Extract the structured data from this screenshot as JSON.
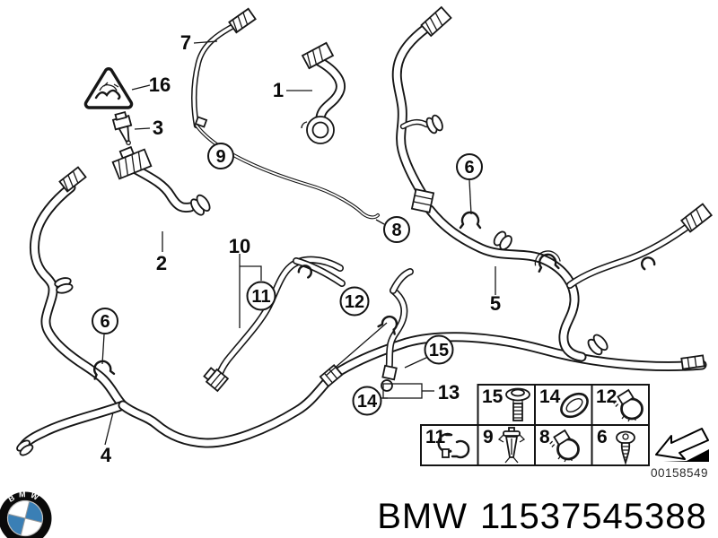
{
  "diagram": {
    "title_hint": "cooling system water hoses exploded parts diagram",
    "plain_callouts": [
      "7",
      "16",
      "3",
      "1",
      "2",
      "10",
      "5",
      "4",
      "13"
    ],
    "circled_callouts": [
      "9",
      "8",
      "6",
      "6",
      "11",
      "12",
      "15",
      "14"
    ],
    "warning_triangle_icon": "warning-triangle-icon",
    "sensor_icon": "temperature-sensor-icon"
  },
  "legend": {
    "rows": [
      [
        {
          "label": "15",
          "icon": "screw-with-washer-icon"
        },
        {
          "label": "14",
          "icon": "o-ring-icon"
        },
        {
          "label": "12",
          "icon": "hose-clamp-icon"
        }
      ],
      [
        {
          "label": "11",
          "icon": "retaining-clip-icon"
        },
        {
          "label": "9",
          "icon": "expansion-rivet-icon"
        },
        {
          "label": "8",
          "icon": "hose-clamp-icon"
        },
        {
          "label": "6",
          "icon": "torx-screw-icon"
        }
      ]
    ],
    "drawing_number": "00158549",
    "direction_arrow_icon": "forward-direction-arrow-icon"
  },
  "footer": {
    "logo_text": "BMW",
    "brand": "BMW",
    "part_number": "11537545388"
  },
  "colors": {
    "background": "#ffffff",
    "line_art": "#161616",
    "bmw_blue": "#3a7fb5"
  }
}
